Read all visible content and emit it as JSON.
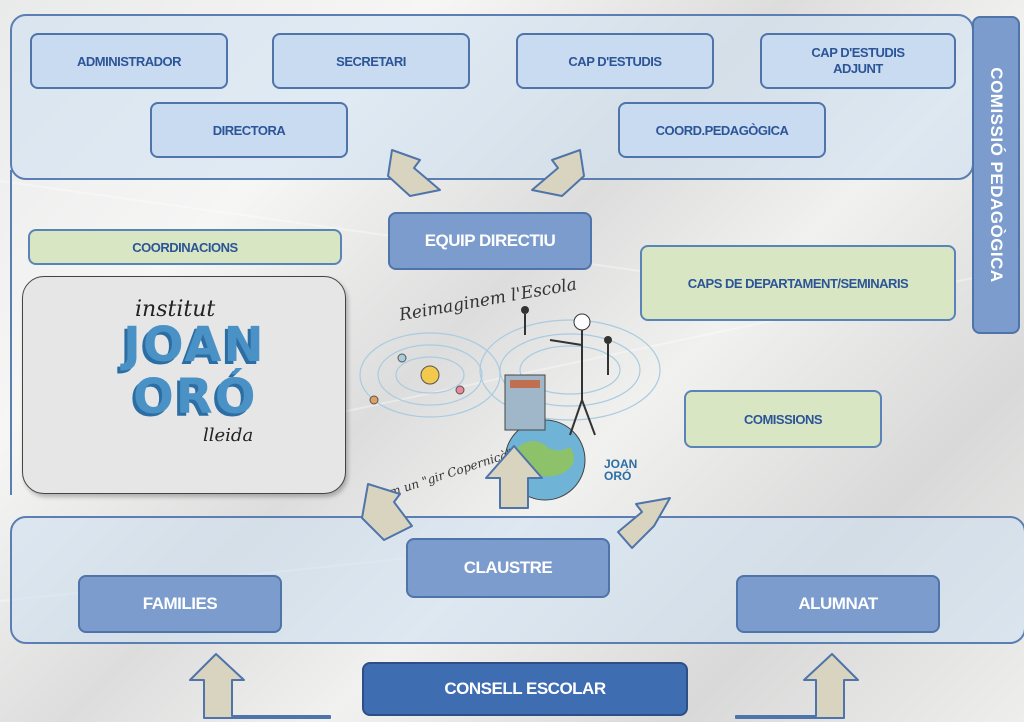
{
  "top_group": {
    "boxes": [
      "ADMINISTRADOR",
      "SECRETARI",
      "CAP D'ESTUDIS",
      "CAP D'ESTUDIS ADJUNT",
      "DIRECTORA",
      "COORD.PEDAGÒGICA"
    ]
  },
  "side_label": "COMISSIÓ PEDAGÒGICA",
  "middle": {
    "equip": "EQUIP DIRECTIU",
    "coordinacions": "COORDINACIONS",
    "caps": "CAPS DE DEPARTAMENT/SEMINARIS",
    "comissions": "COMISSIONS"
  },
  "logo": {
    "line1": "institut",
    "line2": "JOAN",
    "line3": "ORÓ",
    "line4": "lleida"
  },
  "sketch": {
    "caption_top": "Reimaginem l'Escola",
    "caption_bottom": "Fem un \"gir Copernicà\"",
    "mini_logo_1": "JOAN",
    "mini_logo_2": "ORÓ"
  },
  "bottom_group": {
    "claustre": "CLAUSTRE",
    "families": "FAMILIES",
    "alumnat": "ALUMNAT"
  },
  "consell": "CONSELL ESCOLAR",
  "colors": {
    "light_box": "#c9dbf1",
    "dark_box": "#7b9ccd",
    "green_box": "#d9e6c4",
    "navy_box": "#3e6db1",
    "arrow_fill": "#d9d4bf"
  }
}
